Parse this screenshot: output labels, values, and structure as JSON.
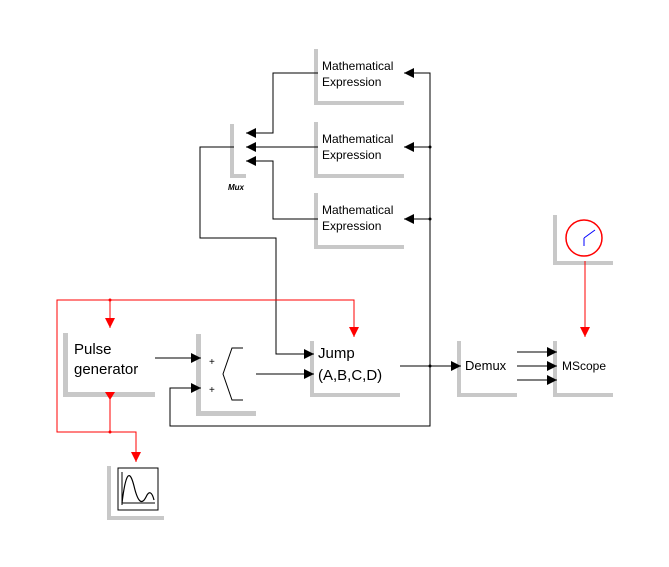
{
  "blocks": {
    "math_expr_1": {
      "line1": "Mathematical",
      "line2": "Expression"
    },
    "math_expr_2": {
      "line1": "Mathematical",
      "line2": "Expression"
    },
    "math_expr_3": {
      "line1": "Mathematical",
      "line2": "Expression"
    },
    "mux": {
      "label": "Mux"
    },
    "pulse_generator": {
      "line1": "Pulse",
      "line2": "generator"
    },
    "sum": {
      "sign1": "+",
      "sign2": "+",
      "symbol": "∑"
    },
    "jump": {
      "line1": "Jump",
      "line2": "(A,B,C,D)"
    },
    "demux": {
      "label": "Demux"
    },
    "mscope": {
      "label": "MScope"
    },
    "clock": {
      "icon": "clock-icon"
    },
    "scope": {
      "icon": "scope-waveform-icon"
    }
  },
  "colors": {
    "signal_line": "#000000",
    "activation_line": "#ff0000",
    "block_shadow": "#c8c8c8",
    "block_face": "#ffffff"
  }
}
